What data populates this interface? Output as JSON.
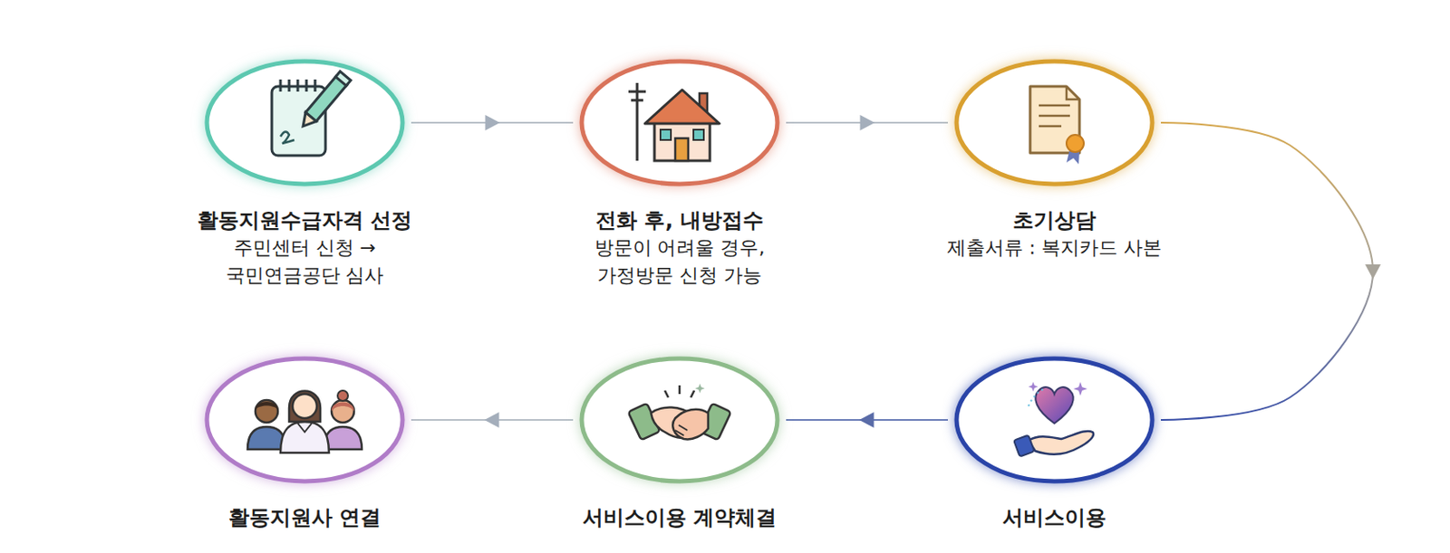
{
  "diagram": {
    "nodes": [
      {
        "text": [
          "활동지원수급자격 선정",
          "주민센터 신청 → 국민연금공단 심사"
        ]
      },
      {
        "text": [
          "전화 후, 내방접수",
          "방문이 어려울 경우, 가정방문 신청 가능"
        ]
      },
      {
        "text": [
          "초기상담",
          "제출서류 : 복지카드 사본"
        ]
      },
      {
        "text": [
          "서비스이용"
        ]
      },
      {
        "text": [
          "서비스이용 계약체결"
        ]
      },
      {
        "text": [
          "활동지원사 연결"
        ]
      }
    ],
    "edges": [
      {
        "from": 0,
        "to": 1,
        "arrow": "to"
      },
      {
        "from": 1,
        "to": 2,
        "arrow": "to"
      },
      {
        "from": 2,
        "to": 3,
        "arrow": "to"
      },
      {
        "from": 3,
        "to": 4,
        "arrow": "to"
      },
      {
        "from": 4,
        "to": 5,
        "arrow": "to"
      }
    ]
  }
}
